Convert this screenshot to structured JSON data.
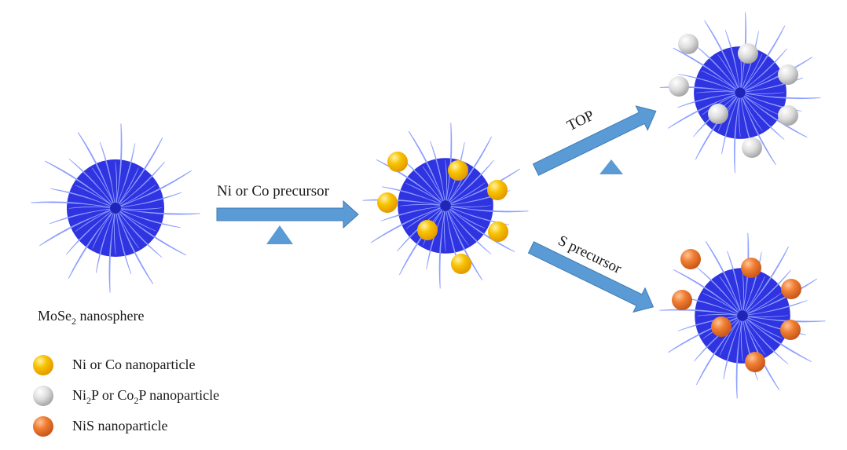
{
  "steps": {
    "step1_label": "Ni or Co   precursor",
    "step2_label": "TOP",
    "step3_label": "S precursor"
  },
  "caption": {
    "prefix": "MoSe",
    "sub": "2",
    "suffix": " nanosphere"
  },
  "legend": {
    "ni_co": "Ni or Co nanoparticle",
    "phosphide": {
      "a": "Ni",
      "a_sub": "2",
      "b": "P or Co",
      "b_sub": "2",
      "c": "P nanoparticle"
    },
    "nis": "NiS nanoparticle"
  },
  "colors": {
    "flower": "#3a3ef0",
    "arrow": "#5b9bd5",
    "ni_co": "#f6b800",
    "phosphide": "#d4d4d4",
    "nis": "#ec7a2e"
  },
  "icons": [
    "heat-triangle-icon"
  ]
}
